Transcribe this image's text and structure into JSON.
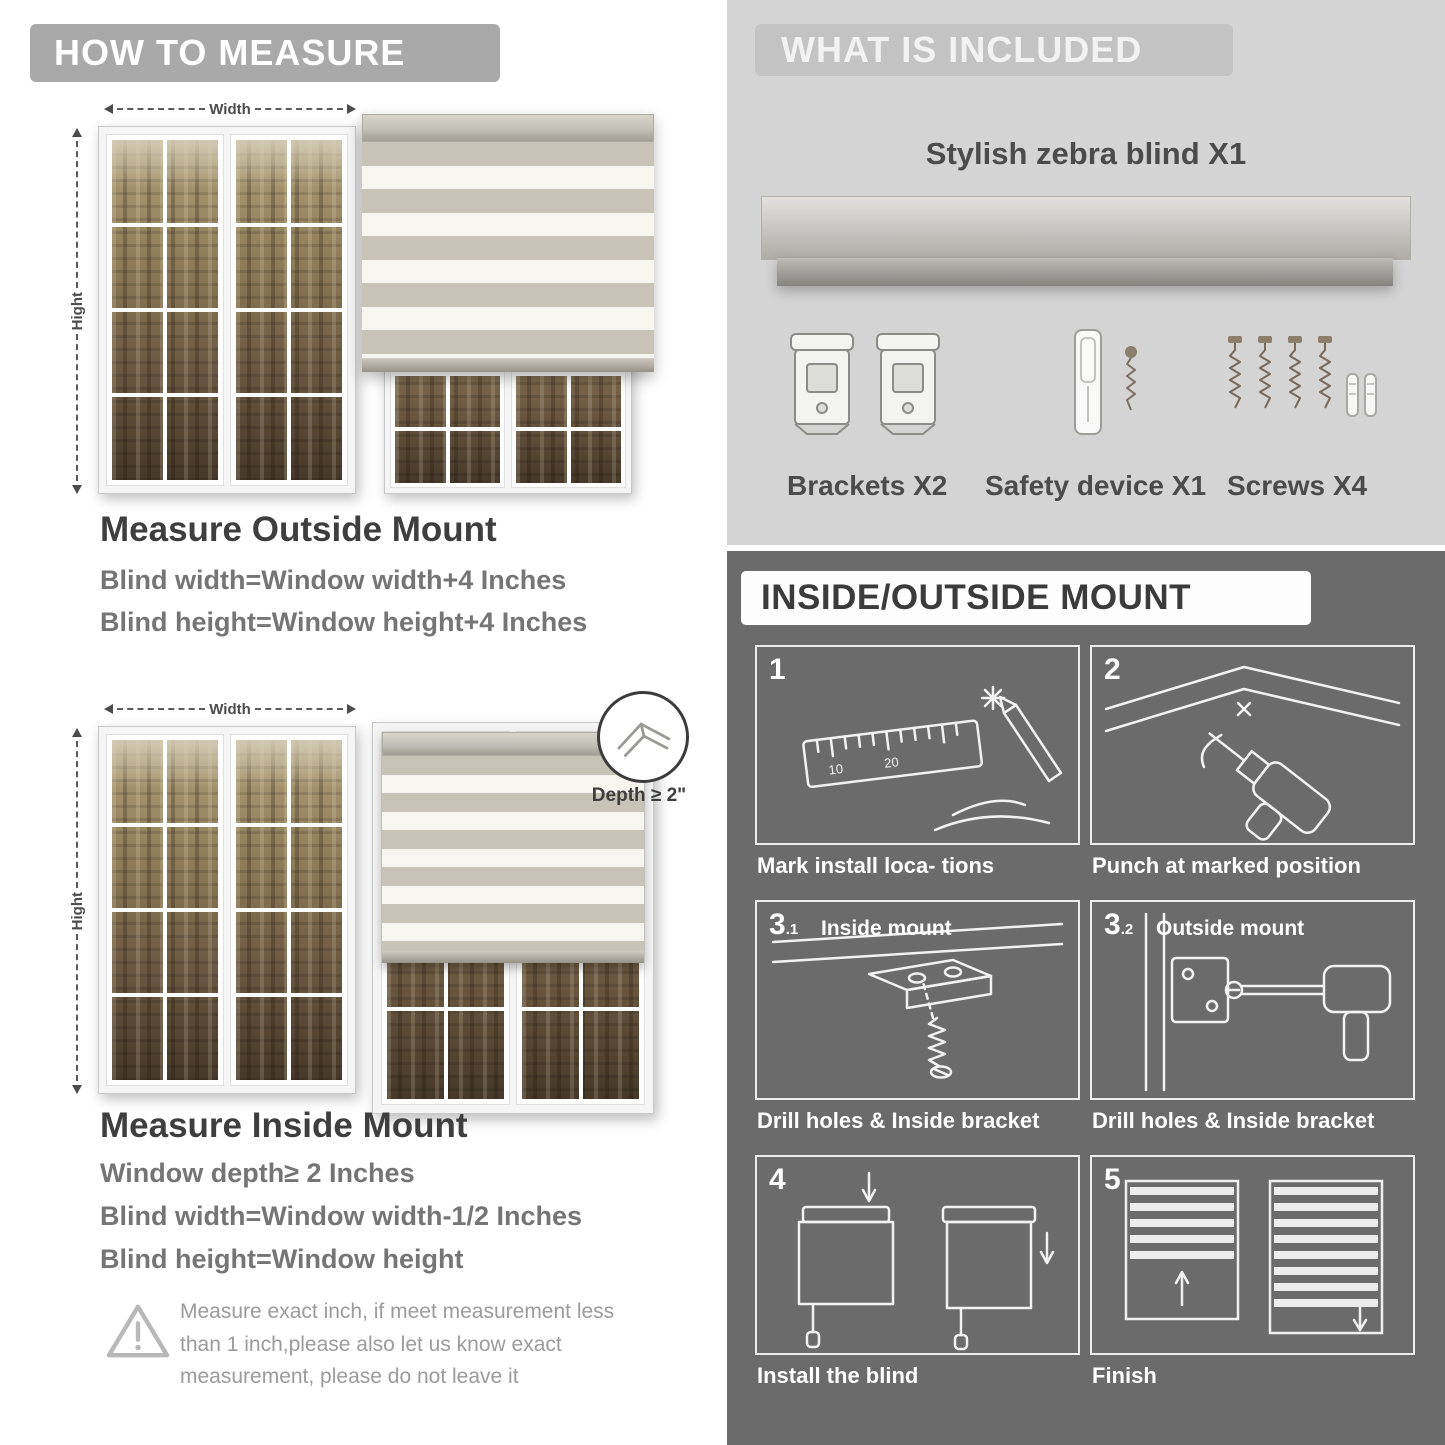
{
  "colors": {
    "header_gray": "#a9a9a9",
    "included_bg": "#d4d4d4",
    "mount_bg": "#6b6b6b",
    "title_dark": "#3e3e3e",
    "formula_gray": "#757575"
  },
  "left": {
    "header": "HOW TO MEASURE",
    "outside_fig": {
      "width_label": "Width",
      "height_label": "Hight"
    },
    "outside": {
      "title": "Measure Outside Mount",
      "line1": "Blind width=Window width+4 Inches",
      "line2": "Blind height=Window height+4 Inches"
    },
    "inside_fig": {
      "width_label": "Width",
      "height_label": "Hight",
      "depth_callout": "Depth ≥ 2\""
    },
    "inside": {
      "title": "Measure Inside Mount",
      "line1": "Window depth≥ 2 Inches",
      "line2": "Blind width=Window width-1/2 Inches",
      "line3": "Blind height=Window height"
    },
    "note": "Measure exact inch, if meet measurement less than 1 inch,please also let us know exact measurement, please do not leave it"
  },
  "right": {
    "included": {
      "header": "WHAT IS INCLUDED",
      "product": "Stylish zebra blind X1",
      "brackets_label": "Brackets X2",
      "safety_label": "Safety device X1",
      "screws_label": "Screws X4"
    },
    "mount": {
      "header": "INSIDE/OUTSIDE MOUNT",
      "steps": [
        {
          "num": "1",
          "sub": "",
          "label": "",
          "caption": "Mark install loca- tions",
          "ruler_marks": [
            "10",
            "20"
          ]
        },
        {
          "num": "2",
          "sub": "",
          "label": "",
          "caption": "Punch at  marked position"
        },
        {
          "num": "3",
          "sub": ".1",
          "label": "Inside mount",
          "caption": "Drill holes &  Inside bracket"
        },
        {
          "num": "3",
          "sub": ".2",
          "label": "Outside mount",
          "caption": "Drill holes &  Inside bracket"
        },
        {
          "num": "4",
          "sub": "",
          "label": "",
          "caption": "Install the blind"
        },
        {
          "num": "5",
          "sub": "",
          "label": "",
          "caption": "Finish"
        }
      ]
    }
  }
}
